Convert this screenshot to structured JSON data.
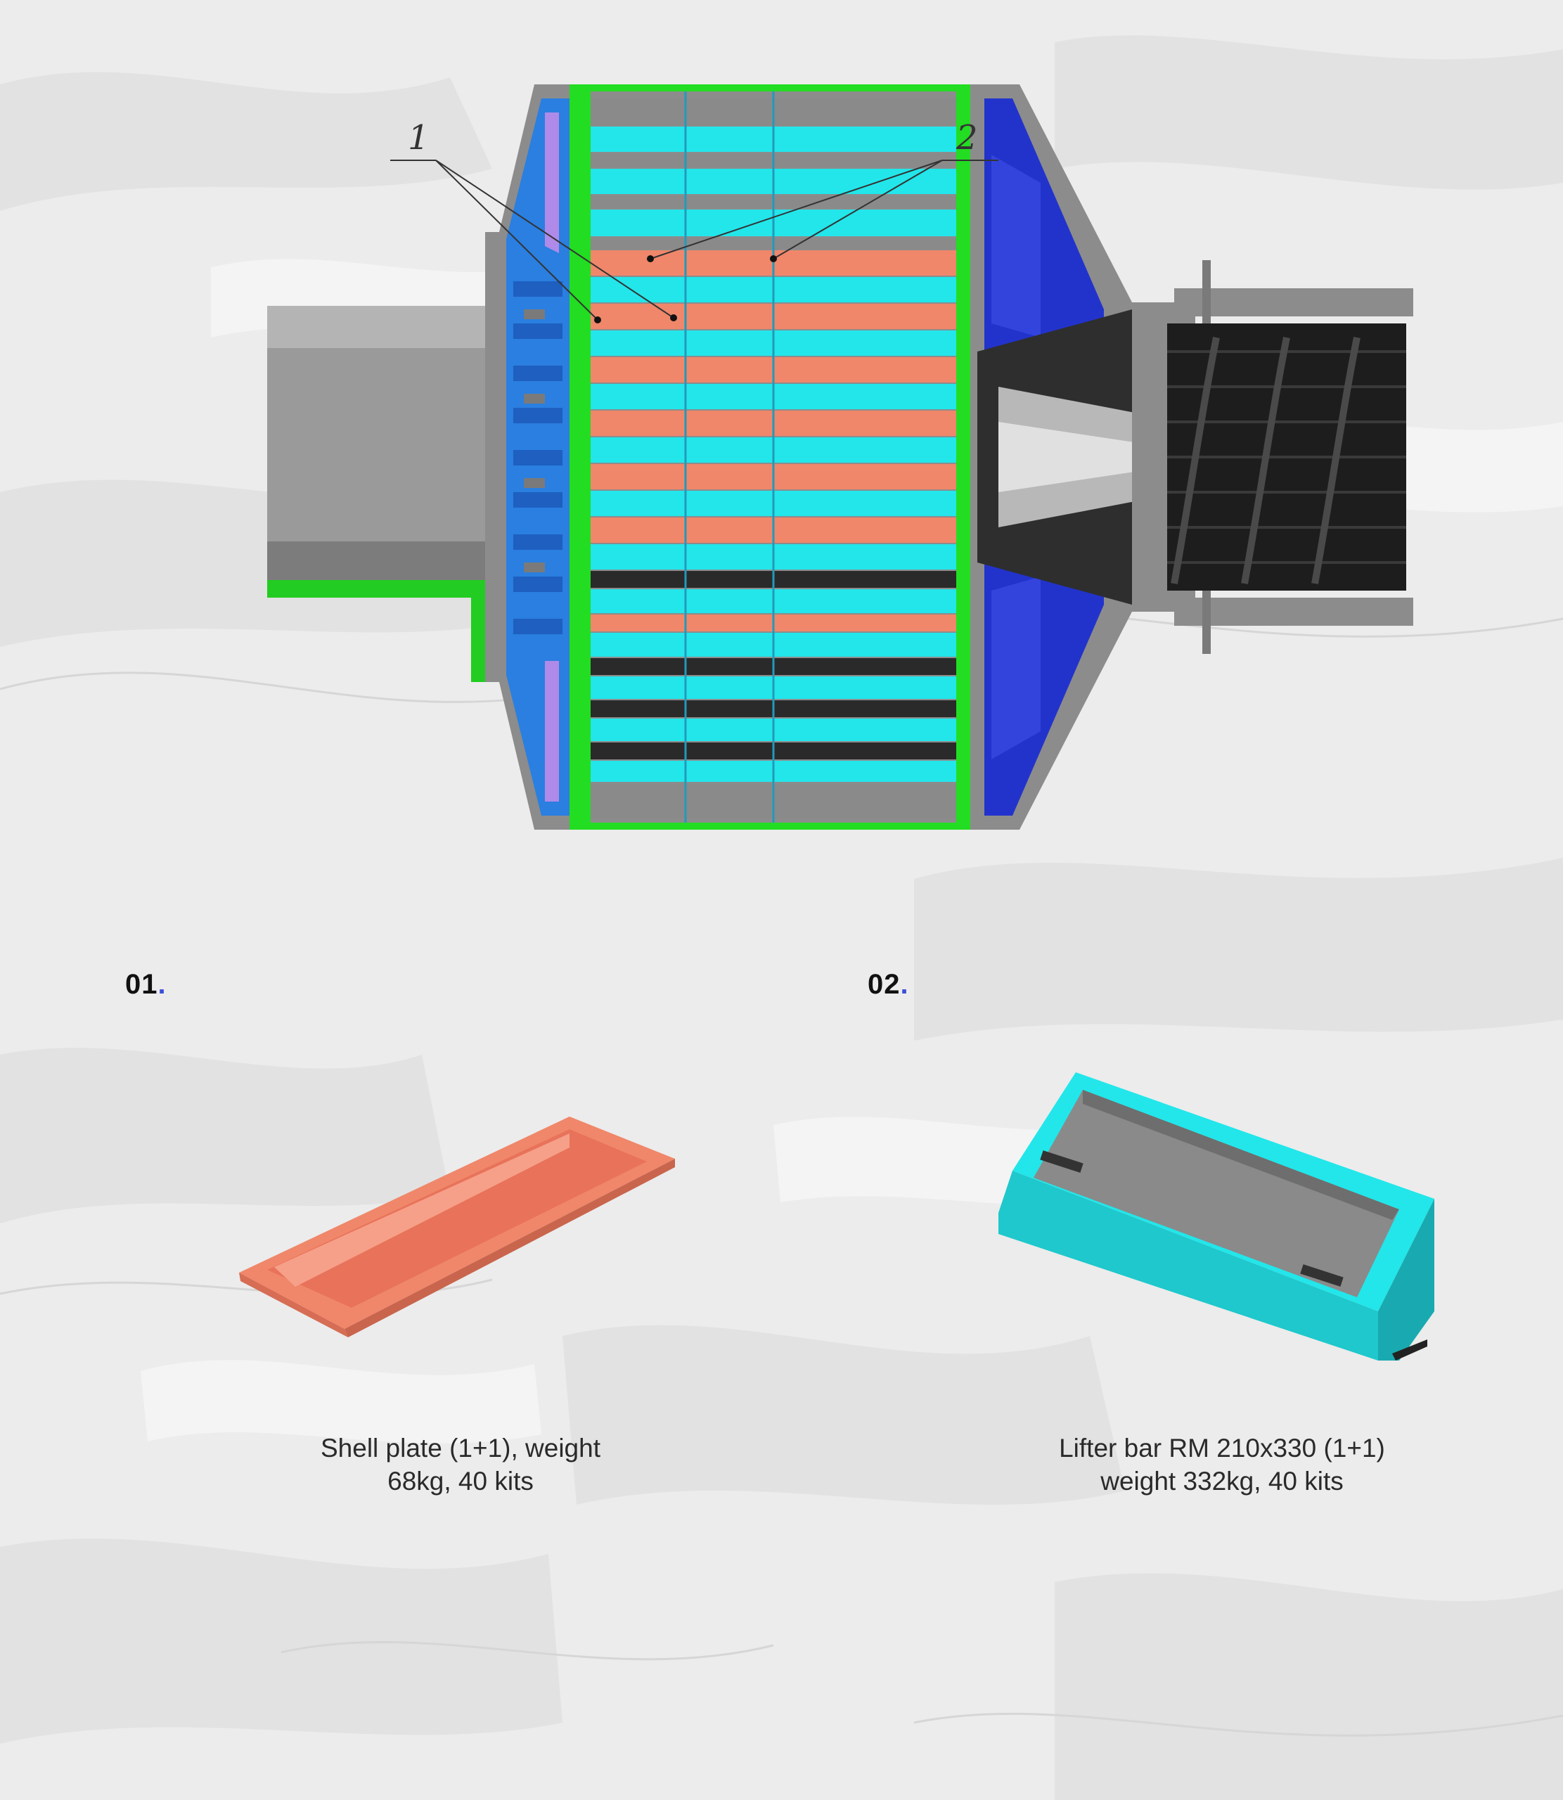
{
  "diagram": {
    "callout_1": "1",
    "callout_2": "2"
  },
  "parts": [
    {
      "number": "01",
      "number_dot": ".",
      "caption_line1": "Shell plate (1+1), weight",
      "caption_line2": "68kg, 40 kits",
      "color": "#f0876a"
    },
    {
      "number": "02",
      "number_dot": ".",
      "caption_line1": "Lifter bar RM 210x330 (1+1)",
      "caption_line2": "weight 332kg, 40 kits",
      "color": "#22e6ea"
    }
  ],
  "colors": {
    "background": "#ececec",
    "steel": "#8c8c8c",
    "liner_green": "#22dd22",
    "discharge_blue": "#2233cc",
    "grate_blue": "#2a7fe0",
    "trunnion_black": "#1d1d1d",
    "accent_dot": "#3b4fd9"
  }
}
